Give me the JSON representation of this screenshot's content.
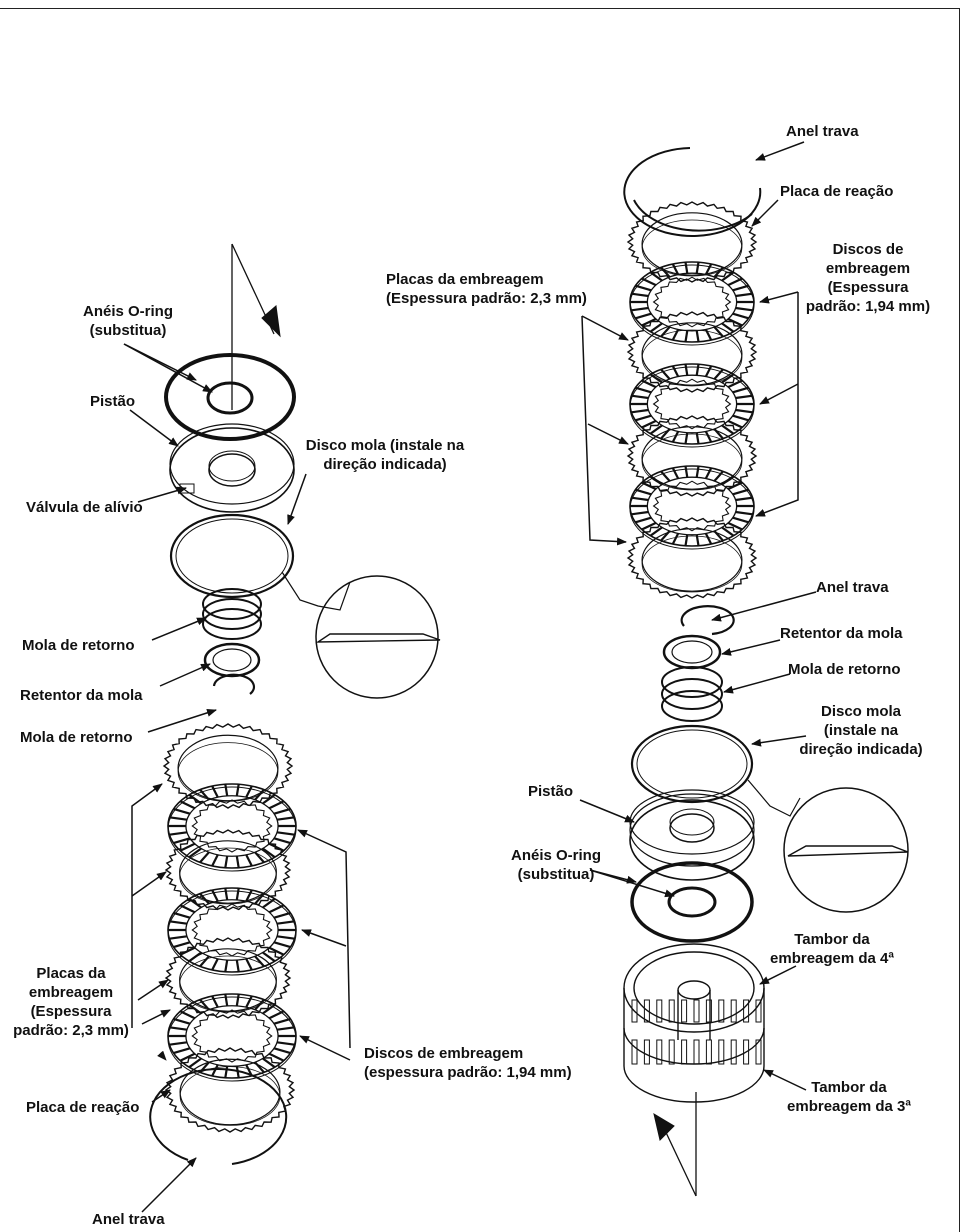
{
  "left": {
    "o_rings": "Anéis O-ring\n(substitua)",
    "piston": "Pistão",
    "relief_valve": "Válvula de alívio",
    "spring_disc": "Disco mola (instale na\ndireção indicada)",
    "return_spring_1": "Mola de retorno",
    "spring_retainer": "Retentor da mola",
    "return_spring_2": "Mola de retorno",
    "clutch_plates": "Placas da\nembreagem\n(Espessura\npadrão: 2,3 mm)",
    "clutch_discs": "Discos de embreagem\n(espessura padrão: 1,94 mm)",
    "reaction_plate": "Placa de reação",
    "snap_ring": "Anel trava"
  },
  "right": {
    "snap_ring_top": "Anel trava",
    "reaction_plate": "Placa de reação",
    "clutch_discs": "Discos de\nembreagem\n(Espessura\npadrão: 1,94 mm)",
    "clutch_plates": "Placas da embreagem\n(Espessura padrão: 2,3 mm)",
    "snap_ring": "Anel trava",
    "spring_retainer": "Retentor da mola",
    "return_spring": "Mola de retorno",
    "spring_disc": "Disco mola\n(instale na\ndireção indicada)",
    "piston": "Pistão",
    "o_rings": "Anéis O-ring\n(substitua)",
    "drum_4th": "Tambor da\nembreagem da 4ª",
    "drum_3rd": "Tambor da\nembreagem da 3ª"
  }
}
